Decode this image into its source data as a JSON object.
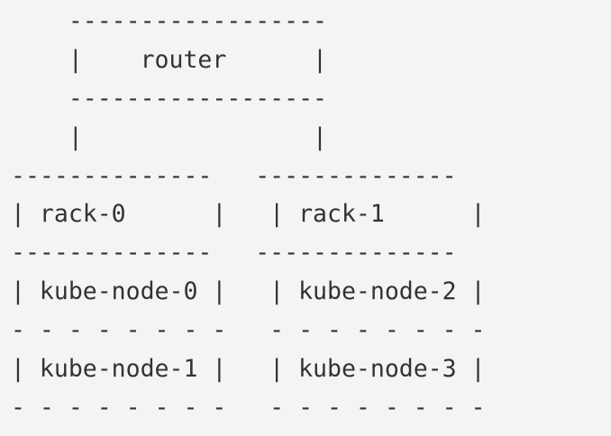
{
  "diagram": {
    "lines": [
      "    ------------------",
      "    |    router      |",
      "    ------------------",
      "    |                |",
      "--------------   --------------",
      "| rack-0      |   | rack-1      |",
      "--------------   --------------",
      "| kube-node-0 |   | kube-node-2 |",
      "- - - - - - - -   - - - - - - - -",
      "| kube-node-1 |   | kube-node-3 |",
      "- - - - - - - -   - - - - - - - -"
    ]
  }
}
